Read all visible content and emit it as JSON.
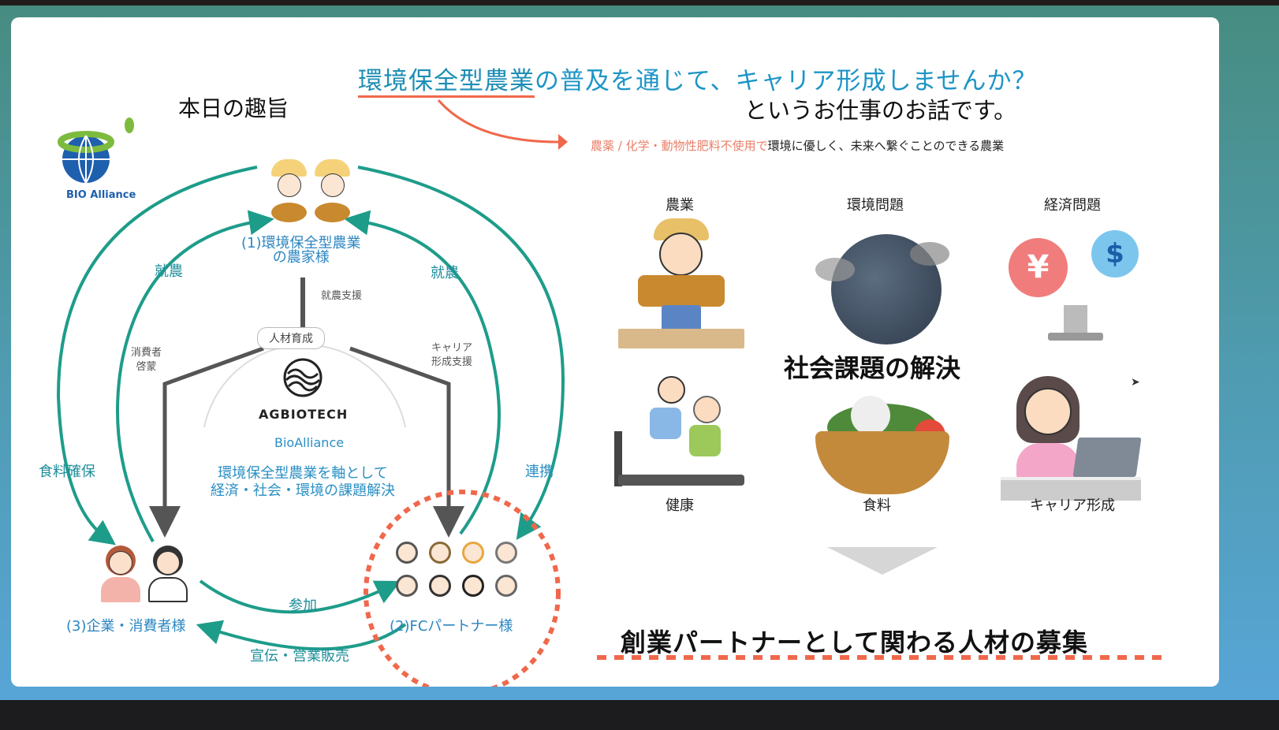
{
  "slide": {
    "headline_highlight": "環境保全型農業",
    "headline_rest": "の普及を通じて、キャリア形成しませんか？",
    "subheadline": "というお仕事のお話です。",
    "definition_red": "農薬 / 化学・動物性肥料不使用で",
    "definition_black": "環境に優しく、未来へ繋ぐことのできる農業",
    "section_title": "本日の趣旨",
    "logo_text": "BIO Alliance",
    "diagram": {
      "farmers": "(1)環境保全型農業\nの農家様",
      "farmers_line1": "(1)環境保全型農業",
      "farmers_line2": "の農家様",
      "partners": "(2)FCパートナー様",
      "consumers": "(3)企業・消費者様",
      "left_outer": "食料確保",
      "left_inner": "就農",
      "right_inner": "就農",
      "right_outer": "連携",
      "bottom_top": "参加",
      "bottom_bottom": "宣伝・営業販売",
      "support_farm": "就農支援",
      "consumer_edu_1": "消費者",
      "consumer_edu_2": "啓蒙",
      "career_support_1": "キャリア",
      "career_support_2": "形成支援",
      "hub_label": "人材育成",
      "company": "AGBIOTECH",
      "brand": "BioAlliance",
      "mission_1": "環境保全型農業を軸として",
      "mission_2": "経済・社会・環境の課題解決"
    },
    "topics": {
      "agriculture": "農業",
      "environment": "環境問題",
      "economy": "経済問題",
      "health": "健康",
      "food": "食料",
      "career": "キャリア形成",
      "center": "社会課題の解決"
    },
    "conclusion": "創業パートナーとして関わる人材の募集"
  },
  "colors": {
    "teal": "#1e9c8a",
    "blue": "#2a8fc4",
    "accent": "#f0684c"
  }
}
